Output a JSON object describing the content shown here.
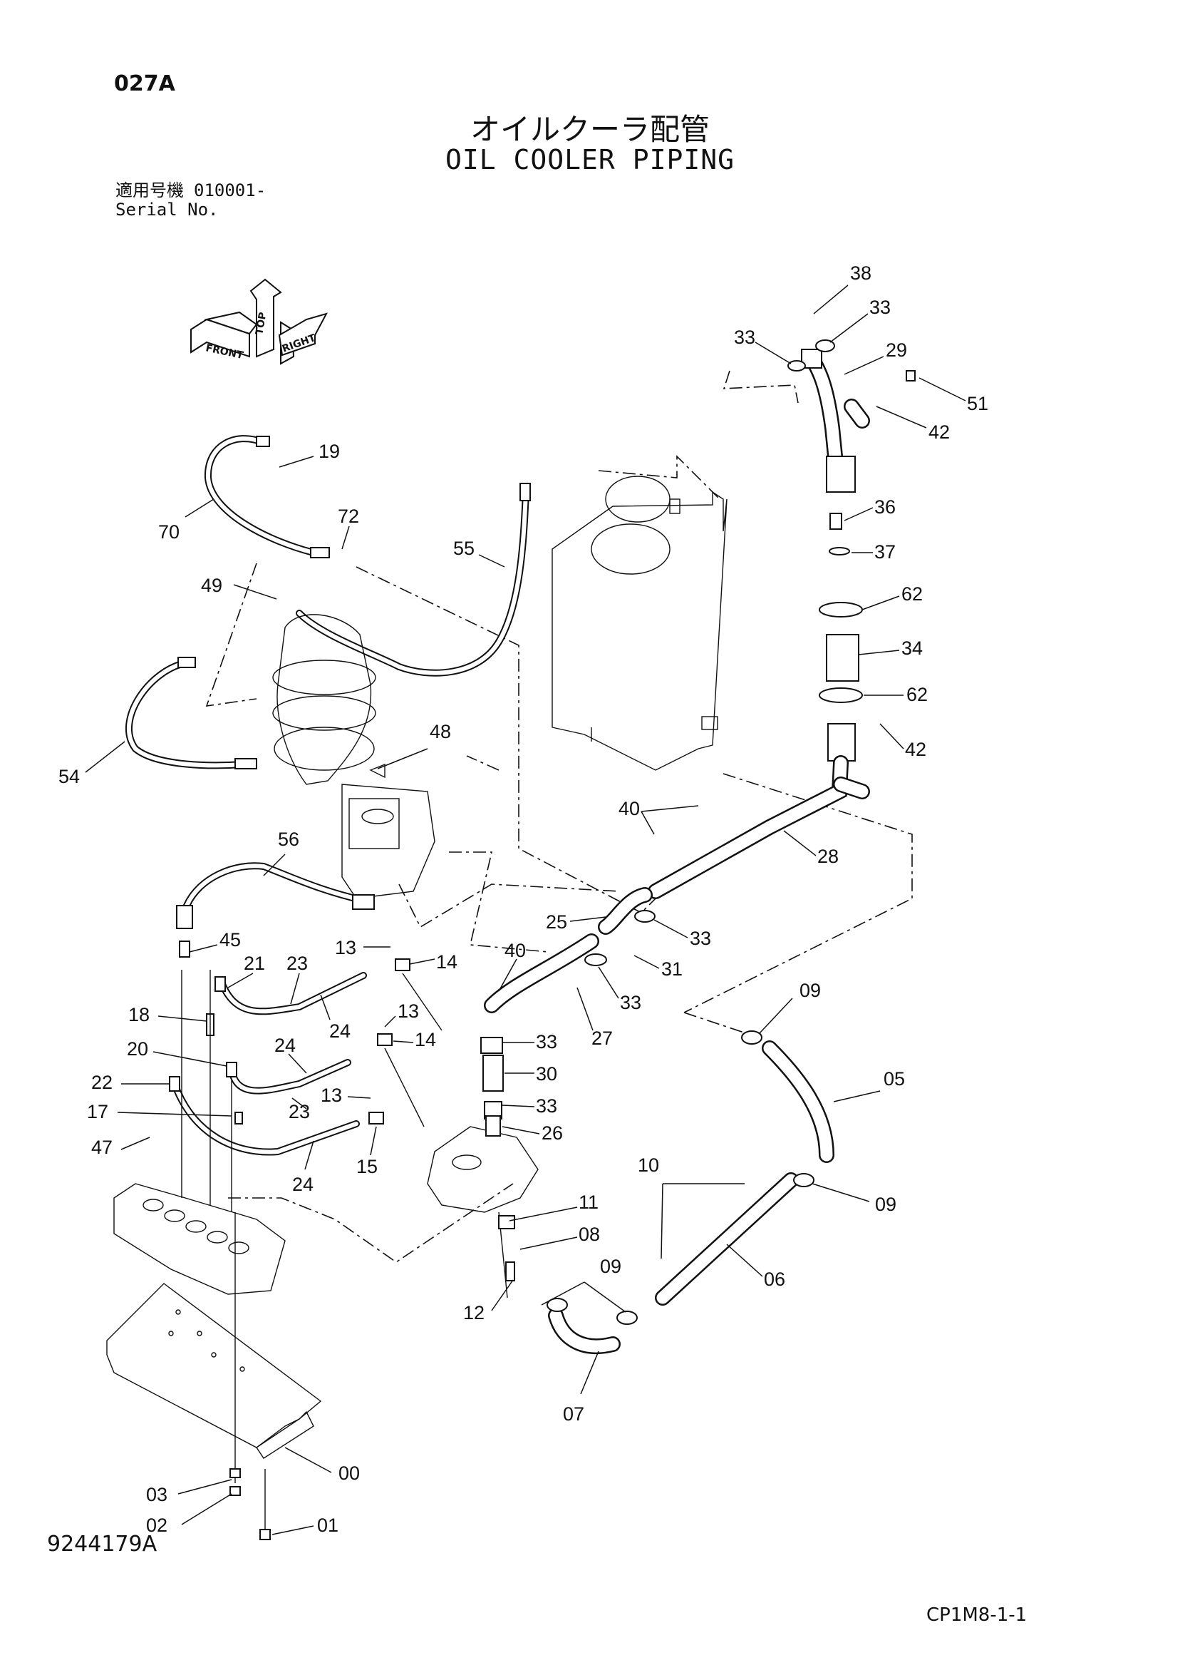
{
  "header": {
    "page_code": "027A",
    "title_jp": "オイルクーラ配管",
    "title_en": "OIL COOLER PIPING",
    "serial_label_jp": "適用号機",
    "serial_value": "010001-",
    "serial_label_en": "Serial No."
  },
  "orientation": {
    "front": "FRONT",
    "top": "TOP",
    "right": "RIGHT"
  },
  "callouts": [
    {
      "id": "38",
      "label": "38"
    },
    {
      "id": "33a",
      "label": "33"
    },
    {
      "id": "33b",
      "label": "33"
    },
    {
      "id": "29",
      "label": "29"
    },
    {
      "id": "51",
      "label": "51"
    },
    {
      "id": "42a",
      "label": "42"
    },
    {
      "id": "36",
      "label": "36"
    },
    {
      "id": "37",
      "label": "37"
    },
    {
      "id": "62a",
      "label": "62"
    },
    {
      "id": "34",
      "label": "34"
    },
    {
      "id": "62b",
      "label": "62"
    },
    {
      "id": "42b",
      "label": "42"
    },
    {
      "id": "40a",
      "label": "40"
    },
    {
      "id": "28",
      "label": "28"
    },
    {
      "id": "25",
      "label": "25"
    },
    {
      "id": "33c",
      "label": "33"
    },
    {
      "id": "40b",
      "label": "40"
    },
    {
      "id": "31",
      "label": "31"
    },
    {
      "id": "33d",
      "label": "33"
    },
    {
      "id": "27",
      "label": "27"
    },
    {
      "id": "33e",
      "label": "33"
    },
    {
      "id": "30",
      "label": "30"
    },
    {
      "id": "33f",
      "label": "33"
    },
    {
      "id": "26",
      "label": "26"
    },
    {
      "id": "09a",
      "label": "09"
    },
    {
      "id": "05",
      "label": "05"
    },
    {
      "id": "10",
      "label": "10"
    },
    {
      "id": "09b",
      "label": "09"
    },
    {
      "id": "11",
      "label": "11"
    },
    {
      "id": "08",
      "label": "08"
    },
    {
      "id": "09c",
      "label": "09"
    },
    {
      "id": "06",
      "label": "06"
    },
    {
      "id": "12",
      "label": "12"
    },
    {
      "id": "07",
      "label": "07"
    },
    {
      "id": "19",
      "label": "19"
    },
    {
      "id": "70",
      "label": "70"
    },
    {
      "id": "72",
      "label": "72"
    },
    {
      "id": "55",
      "label": "55"
    },
    {
      "id": "49",
      "label": "49"
    },
    {
      "id": "54",
      "label": "54"
    },
    {
      "id": "48",
      "label": "48"
    },
    {
      "id": "56",
      "label": "56"
    },
    {
      "id": "45",
      "label": "45"
    },
    {
      "id": "13a",
      "label": "13"
    },
    {
      "id": "14a",
      "label": "14"
    },
    {
      "id": "21",
      "label": "21"
    },
    {
      "id": "23a",
      "label": "23"
    },
    {
      "id": "24a",
      "label": "24"
    },
    {
      "id": "18",
      "label": "18"
    },
    {
      "id": "13b",
      "label": "13"
    },
    {
      "id": "14b",
      "label": "14"
    },
    {
      "id": "20",
      "label": "20"
    },
    {
      "id": "24b",
      "label": "24"
    },
    {
      "id": "22",
      "label": "22"
    },
    {
      "id": "13c",
      "label": "13"
    },
    {
      "id": "17",
      "label": "17"
    },
    {
      "id": "23b",
      "label": "23"
    },
    {
      "id": "15",
      "label": "15"
    },
    {
      "id": "47",
      "label": "47"
    },
    {
      "id": "24c",
      "label": "24"
    },
    {
      "id": "00",
      "label": "00"
    },
    {
      "id": "03",
      "label": "03"
    },
    {
      "id": "02",
      "label": "02"
    },
    {
      "id": "01",
      "label": "01"
    }
  ],
  "footer": {
    "drawing_number": "9244179A",
    "sheet_code": "CP1M8-1-1"
  }
}
